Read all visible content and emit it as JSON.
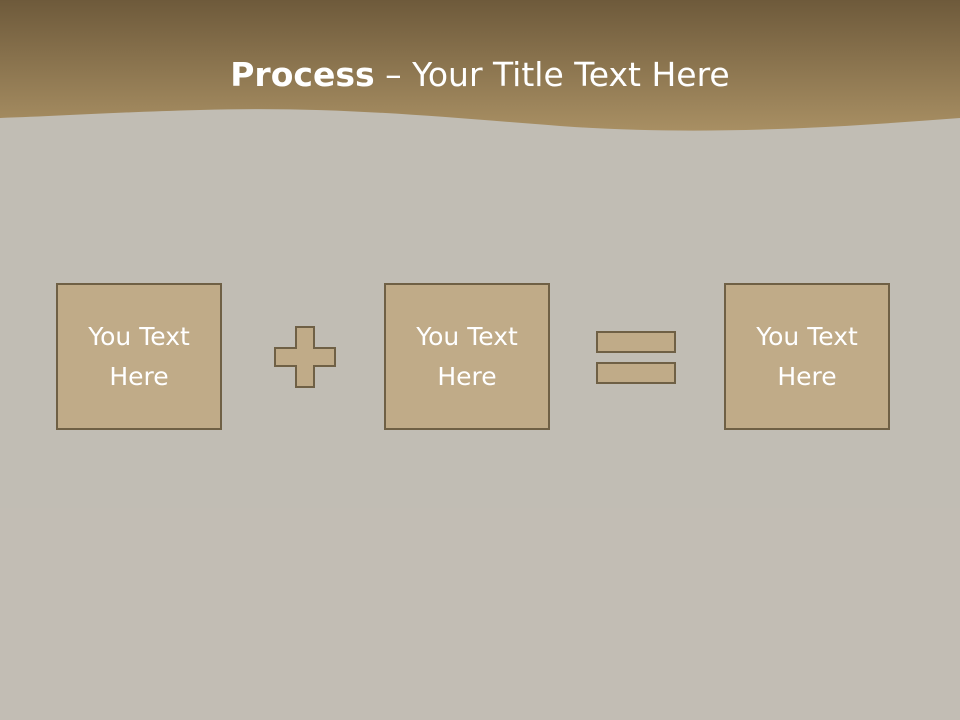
{
  "slide": {
    "title_strong": "Process",
    "title_rest": " – Your Title Text Here",
    "boxes": [
      {
        "text": "You Text Here"
      },
      {
        "text": "You Text Here"
      },
      {
        "text": "You Text Here"
      }
    ],
    "operators": [
      "plus-icon",
      "equals-icon"
    ],
    "colors": {
      "header_band": "#8d734a",
      "box_fill": "#c0ab88",
      "box_border": "#6f6045",
      "operator_fill": "#c0ab88",
      "text": "#ffffff"
    }
  }
}
